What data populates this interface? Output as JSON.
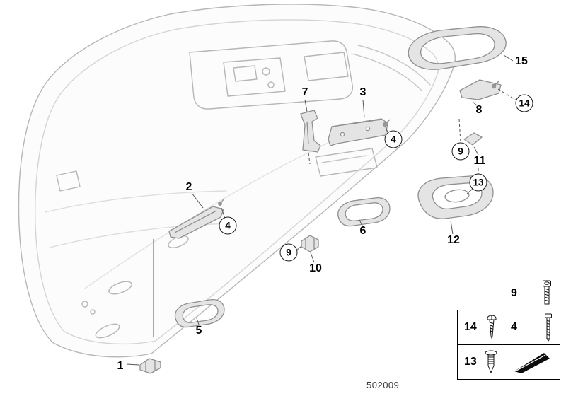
{
  "callouts": {
    "n15": "15",
    "n14": "14",
    "n8": "8",
    "n7": "7",
    "n3": "3",
    "n4_upper": "4",
    "n9_upper": "9",
    "n11": "11",
    "n13": "13",
    "n2": "2",
    "n4_lower": "4",
    "n6": "6",
    "n12": "12",
    "n9_lower": "9",
    "n10": "10",
    "n5": "5",
    "n1": "1"
  },
  "legend": {
    "cells": {
      "screw9": {
        "label": "9",
        "icon": "socket-head-cap-screw"
      },
      "screw14": {
        "label": "14",
        "icon": "self-tapping-screw"
      },
      "screw4": {
        "label": "4",
        "icon": "machine-screw"
      },
      "rivet13": {
        "label": "13",
        "icon": "expanding-rivet"
      },
      "wedge": {
        "label": "",
        "icon": "wedge"
      }
    }
  },
  "footer": {
    "part_number": "502009"
  },
  "colors": {
    "line_art": "#b6b6b6",
    "part_stroke": "#8f8f8f",
    "leader": "#555555",
    "callout_text": "#000000"
  }
}
